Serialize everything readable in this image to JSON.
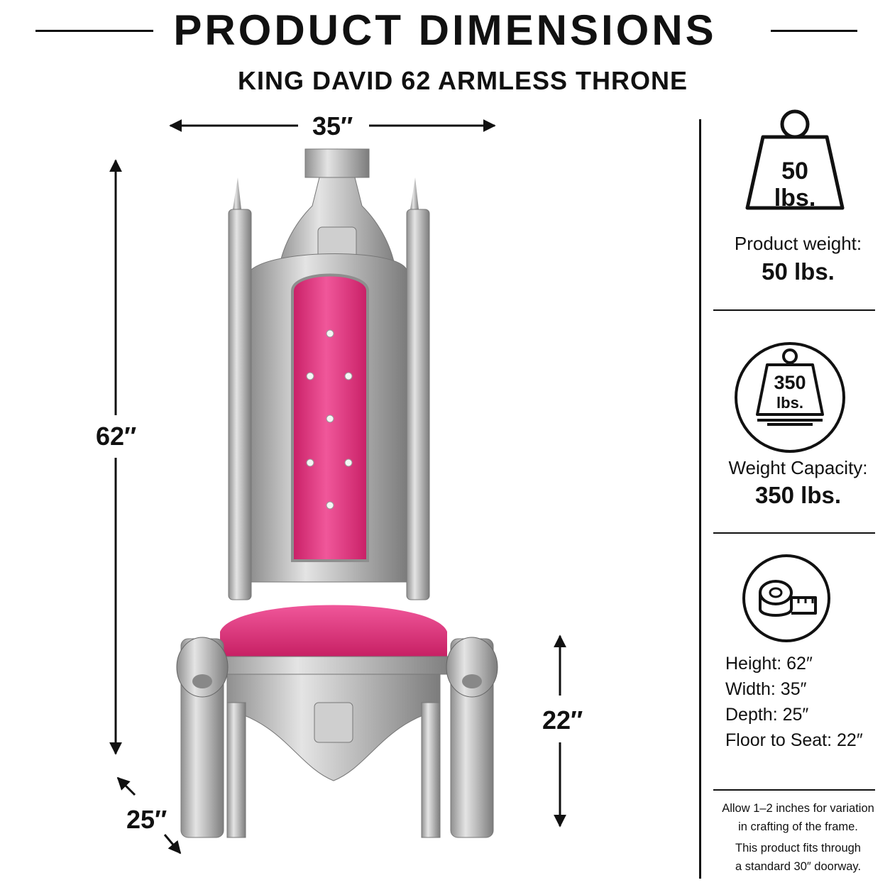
{
  "header": {
    "title": "PRODUCT DIMENSIONS",
    "subtitle": "KING DAVID 62 ARMLESS THRONE"
  },
  "dimensions": {
    "width_label": "35″",
    "height_label": "62″",
    "seat_height_label": "22″",
    "depth_label": "25″"
  },
  "weight": {
    "icon_value": "50",
    "icon_unit": "lbs.",
    "caption": "Product weight:",
    "value": "50 lbs."
  },
  "capacity": {
    "icon_value": "350",
    "icon_unit": "lbs.",
    "caption": "Weight Capacity:",
    "value": "350 lbs."
  },
  "specs": {
    "height": "Height: 62″",
    "width": "Width: 35″",
    "depth": "Depth: 25″",
    "floor_to_seat": "Floor to Seat: 22″"
  },
  "notes": {
    "variation_line1": "Allow 1–2 inches for variation",
    "variation_line2": "in crafting of the frame.",
    "doorway_line1": "This product fits through",
    "doorway_line2": "a standard 30″ doorway."
  },
  "icons": {
    "weight": "kettlebell-weight-icon",
    "capacity": "scale-weight-icon",
    "tape": "measuring-tape-icon"
  },
  "colors": {
    "upholstery": "#e8357f",
    "frame": "#b8b8b8",
    "text": "#111111"
  }
}
